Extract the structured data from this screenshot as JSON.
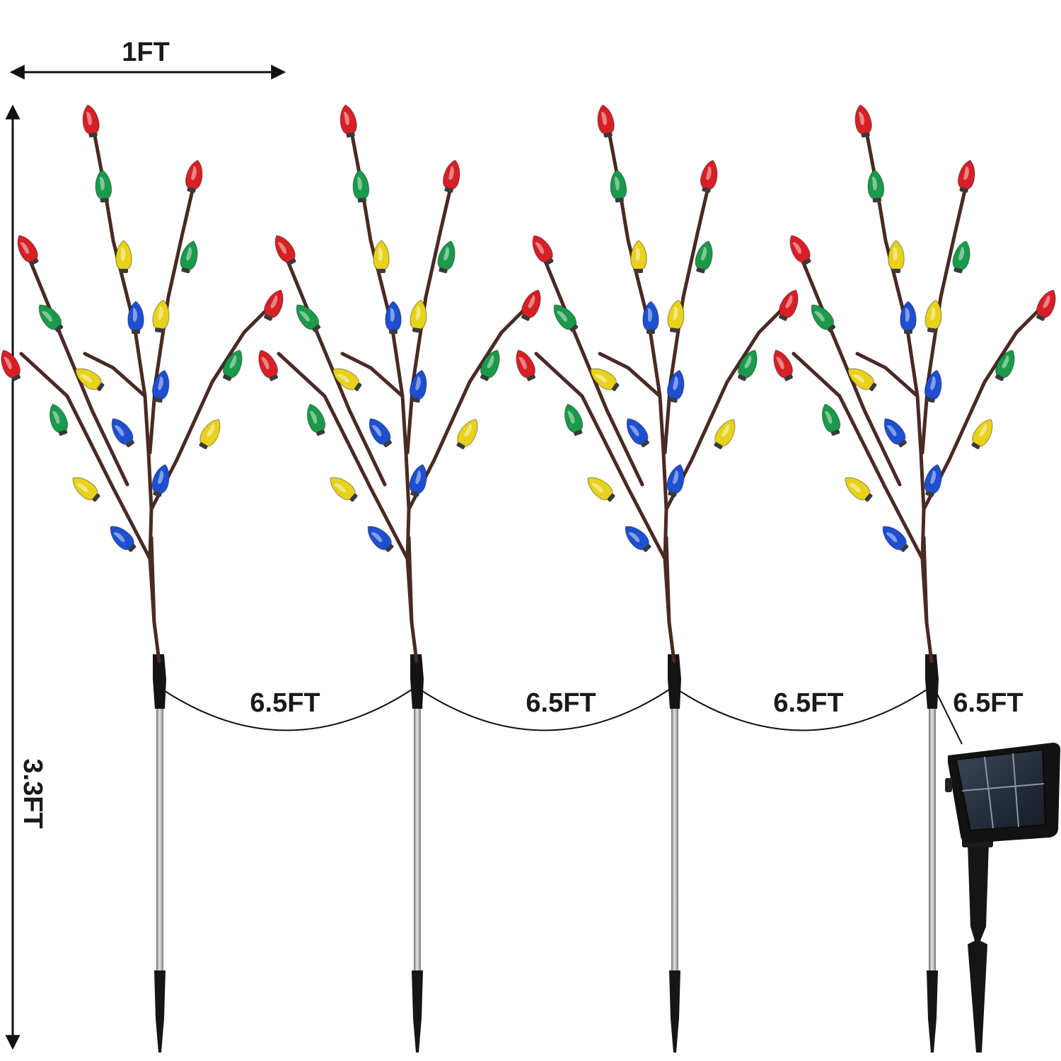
{
  "dimensions": {
    "width_label": "1FT",
    "height_label": "3.3FT",
    "cable_labels": [
      "6.5FT",
      "6.5FT",
      "6.5FT",
      "6.5FT"
    ]
  },
  "product": {
    "stake_count": 4,
    "bulb_colors": {
      "red": "#d81f26",
      "green": "#1a9a4a",
      "yellow": "#e8d21a",
      "blue": "#1d4fd0"
    },
    "branch_color": "#4a2a24",
    "stake_color": "#9a9a9a",
    "solar_panel_color": "#1f2632",
    "solar_housing_color": "#111111",
    "wire_color": "#111111"
  }
}
